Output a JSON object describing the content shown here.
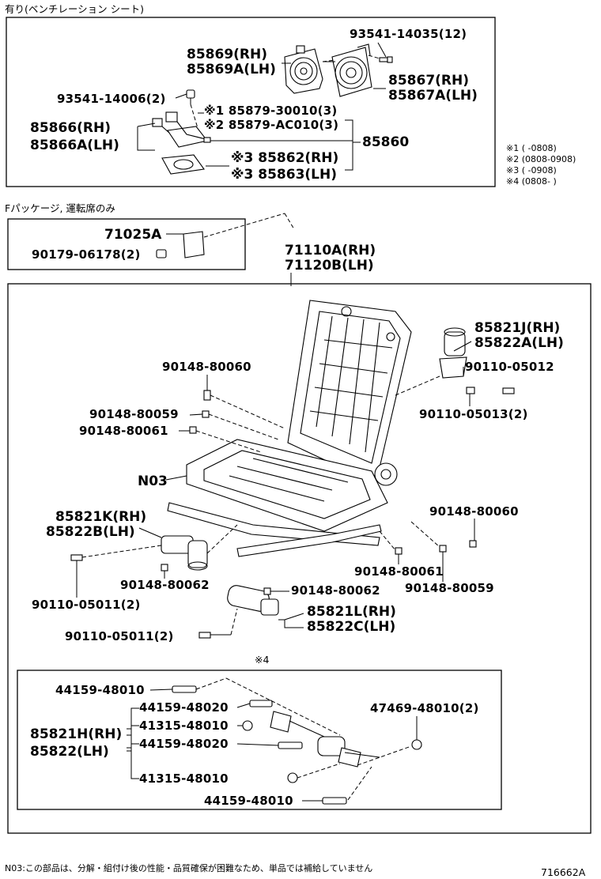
{
  "sections": {
    "ventilation_title": "有り(ベンチレーション シート)",
    "package_title": "Fパッケージ, 運転席のみ",
    "note4_mark": "※4"
  },
  "ventilation": {
    "p85869": "85869(RH)",
    "p85869a": "85869A(LH)",
    "p93541_14035": "93541-14035(12)",
    "p85867": "85867(RH)",
    "p85867a": "85867A(LH)",
    "p93541_14006": "93541-14006(2)",
    "p85879_30010": "※1 85879-30010(3)",
    "p85879_ac010": "※2 85879-AC010(3)",
    "p85866": "85866(RH)",
    "p85866a": "85866A(LH)",
    "p85860": "85860",
    "p85862": "※3 85862(RH)",
    "p85863": "※3 85863(LH)"
  },
  "legend": [
    "※1 (     -0808)",
    "※2 (0808-0908)",
    "※3 (     -0908)",
    "※4 (0808-     )"
  ],
  "package": {
    "p71025a": "71025A",
    "p90179": "90179-06178(2)"
  },
  "main": {
    "p71110a": "71110A(RH)",
    "p71120b": "71120B(LH)",
    "p85821j": "85821J(RH)",
    "p85822a": "85822A(LH)",
    "p90148_80060_a": "90148-80060",
    "p90110_05012": "90110-05012",
    "p90148_80059_a": "90148-80059",
    "p90110_05013": "90110-05013(2)",
    "p90148_80061_a": "90148-80061",
    "pN03": "N03",
    "p85821k": "85821K(RH)",
    "p85822b": "85822B(LH)",
    "p90148_80060_b": "90148-80060",
    "p90148_80062_a": "90148-80062",
    "p90148_80061_b": "90148-80061",
    "p90148_80059_b": "90148-80059",
    "p90110_05011_a": "90110-05011(2)",
    "p90148_80062_b": "90148-80062",
    "p85821l": "85821L(RH)",
    "p85822c": "85822C(LH)",
    "p90110_05011_b": "90110-05011(2)"
  },
  "motor_kit": {
    "p44159_48010_a": "44159-48010",
    "p44159_48020_a": "44159-48020",
    "p47469": "47469-48010(2)",
    "p41315_48010_a": "41315-48010",
    "p85821h": "85821H(RH)",
    "p85822": "85822(LH)",
    "p44159_48020_b": "44159-48020",
    "p41315_48010_b": "41315-48010",
    "p44159_48010_b": "44159-48010"
  },
  "footer": {
    "note": "N03:この部品は、分解・組付け後の性能・品質確保が困難なため、単品では補給していません",
    "code": "716662A"
  }
}
